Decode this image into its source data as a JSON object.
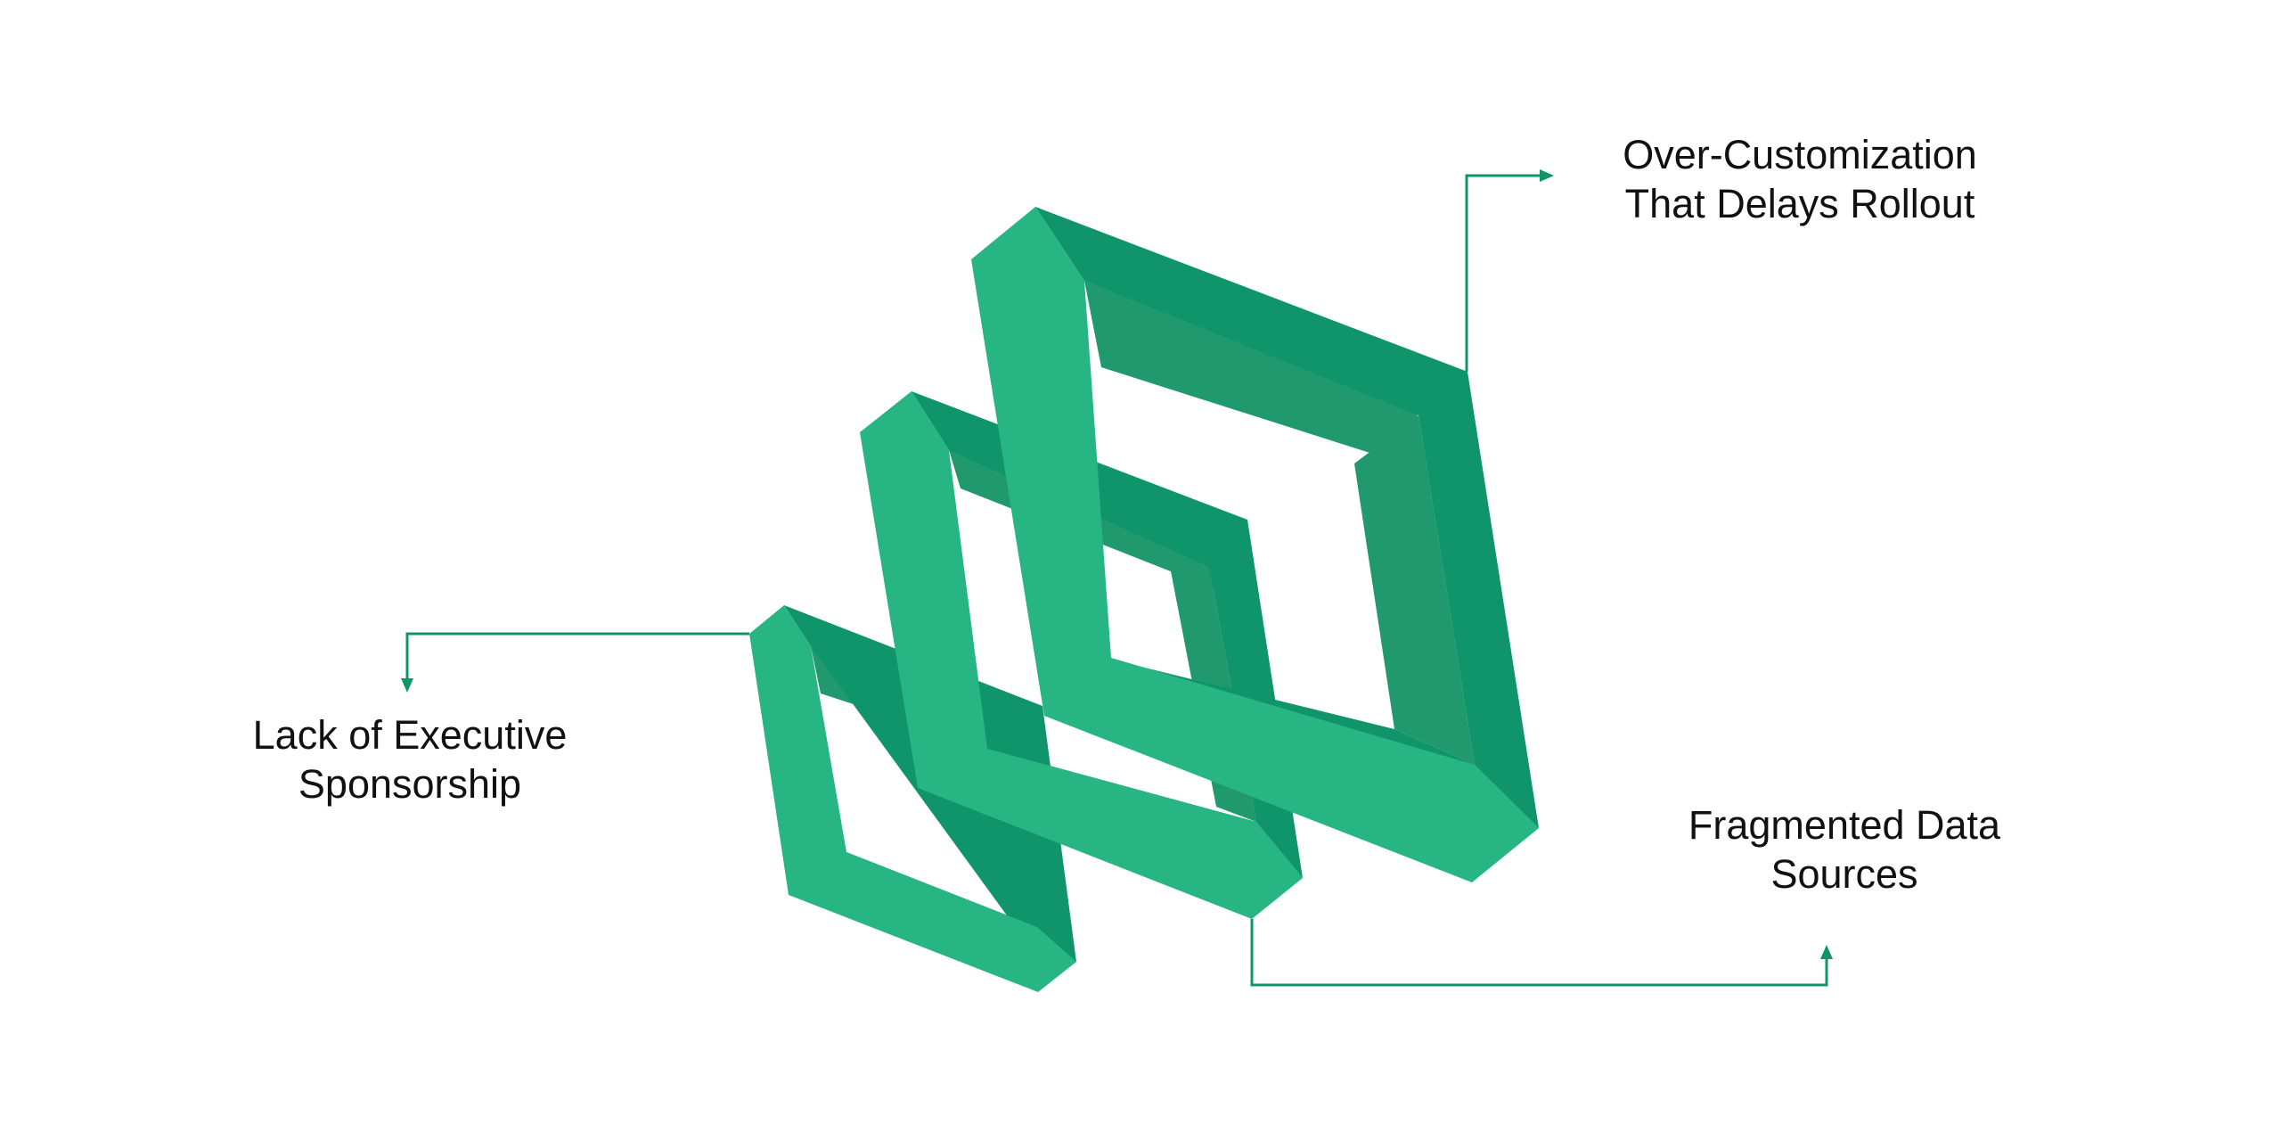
{
  "labels": {
    "top": [
      "Over-Customization",
      "That Delays Rollout"
    ],
    "left": [
      "Lack of Executive",
      "Sponsorship"
    ],
    "right": [
      "Fragmented Data",
      "Sources"
    ]
  },
  "colors": {
    "front_face": "#27b584",
    "side_face": "#10946a",
    "inner_face": "#21996f",
    "connector": "#10946a",
    "text": "#111111",
    "background": "#ffffff"
  }
}
